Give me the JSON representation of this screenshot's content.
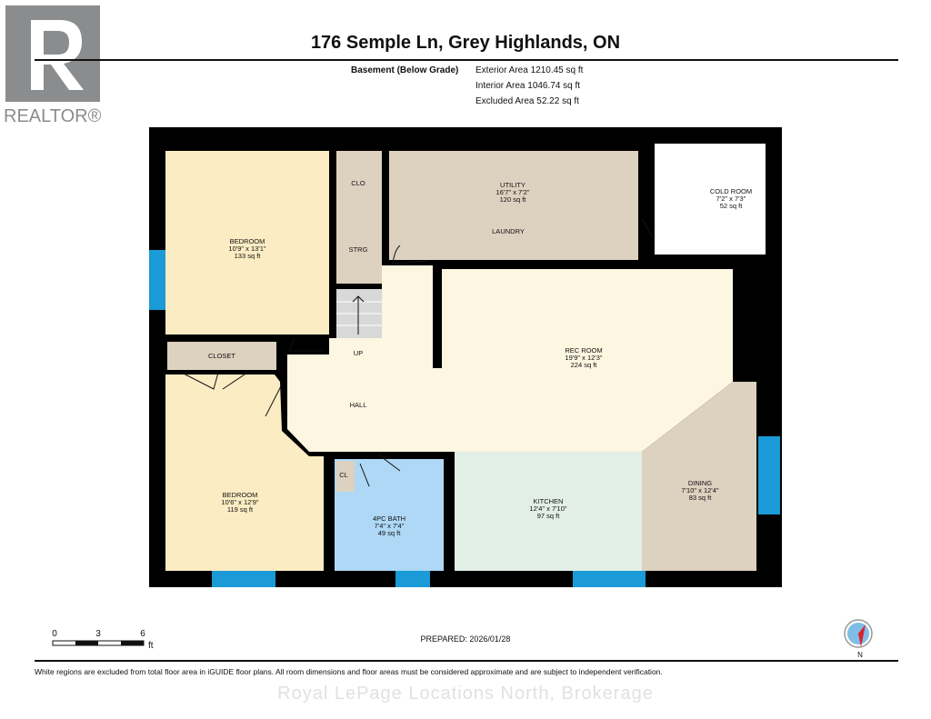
{
  "header": {
    "title": "176 Semple Ln, Grey Highlands, ON",
    "level": "Basement (Below Grade)",
    "exterior_area": "Exterior Area 1210.45 sq ft",
    "interior_area": "Interior Area 1046.74 sq ft",
    "excluded_area": "Excluded Area 52.22 sq ft"
  },
  "logo": {
    "text": "REALTOR®",
    "color": "#8a8c8e"
  },
  "rooms": {
    "bedroom1": {
      "name": "BEDROOM",
      "dims": "10'9\" x 13'1\"",
      "area": "133 sq ft"
    },
    "clo": {
      "name": "CLO"
    },
    "strg": {
      "name": "STRG"
    },
    "utility": {
      "name": "UTILITY",
      "dims": "16'7\" x 7'2\"",
      "area": "120 sq ft"
    },
    "laundry": {
      "name": "LAUNDRY"
    },
    "cold_room": {
      "name": "COLD ROOM",
      "dims": "7'2\" x 7'3\"",
      "area": "52 sq ft"
    },
    "stairs": {
      "name": "UP"
    },
    "closet": {
      "name": "CLOSET"
    },
    "hall": {
      "name": "HALL"
    },
    "rec_room": {
      "name": "REC ROOM",
      "dims": "19'9\" x 12'3\"",
      "area": "224 sq ft"
    },
    "bedroom2": {
      "name": "BEDROOM",
      "dims": "10'6\" x 12'9\"",
      "area": "119 sq ft"
    },
    "cl": {
      "name": "CL"
    },
    "bath": {
      "name": "4PC BATH",
      "dims": "7'4\" x 7'4\"",
      "area": "49 sq ft"
    },
    "kitchen": {
      "name": "KITCHEN",
      "dims": "12'4\" x 7'10\"",
      "area": "97 sq ft"
    },
    "dining": {
      "name": "DINING",
      "dims": "7'10\" x 12'4\"",
      "area": "83 sq ft"
    }
  },
  "colors": {
    "wall": "#000000",
    "bedroom": "#fbecc3",
    "storage": "#ddd1c0",
    "hall": "#fdf6e0",
    "kitchen": "#e2efe6",
    "bath": "#aed8f5",
    "window": "#1a9ad6"
  },
  "scale": {
    "ticks": [
      "0",
      "3",
      "6"
    ],
    "unit": "ft"
  },
  "compass": {
    "label": "N"
  },
  "footer": {
    "prepared": "PREPARED: 2026/01/28",
    "disclaimer": "White regions are excluded from total floor area in iGUIDE floor plans. All room dimensions and floor areas must be considered approximate and are subject to independent verification.",
    "watermark": "Royal LePage Locations North, Brokerage"
  }
}
